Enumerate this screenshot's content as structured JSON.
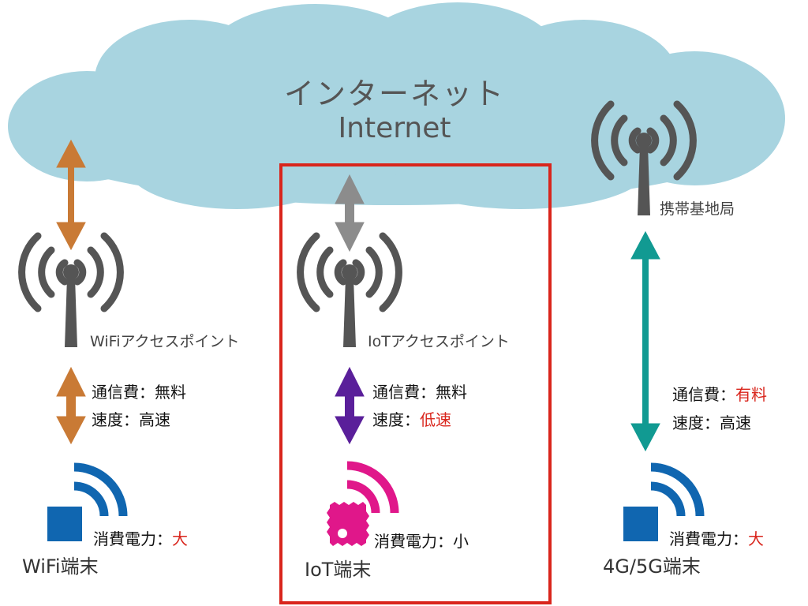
{
  "cloud": {
    "title_ja": "インターネット",
    "title_en": "Internet",
    "color": "#a8d4e0"
  },
  "base_station": {
    "label": "携帯基地局"
  },
  "wifi": {
    "ap_label": "WiFiアクセスポイント",
    "comm_key": "通信費",
    "comm_sep": "：",
    "comm_val": "無料",
    "speed_key": "速度",
    "speed_sep": "：",
    "speed_val": "高速",
    "power_key": "消費電力",
    "power_sep": "：",
    "power_val": "大",
    "device_label": "WiFi端末",
    "arrow_color": "#c97a35"
  },
  "iot": {
    "ap_label": "IoTアクセスポイント",
    "comm_key": "通信費",
    "comm_sep": "：",
    "comm_val": "無料",
    "speed_key": "速度",
    "speed_sep": "：",
    "speed_val": "低速",
    "power_key": "消費電力",
    "power_sep": "：",
    "power_val": "小",
    "device_label": "IoT端末",
    "arrow_color": "#5a1f9a",
    "uplink_arrow_color": "#8c8c8c",
    "device_color": "#e0178a",
    "highlight_color": "#d9251c"
  },
  "cellular": {
    "comm_key": "通信費",
    "comm_sep": "：",
    "comm_val": "有料",
    "speed_key": "速度",
    "speed_sep": "：",
    "speed_val": "高速",
    "power_key": "消費電力",
    "power_sep": "：",
    "power_val": "大",
    "device_label": "4G/5G端末",
    "arrow_color": "#119a92"
  },
  "colors": {
    "antenna": "#555555",
    "device_blue": "#1066b0",
    "emphasis_red": "#d9251c"
  }
}
